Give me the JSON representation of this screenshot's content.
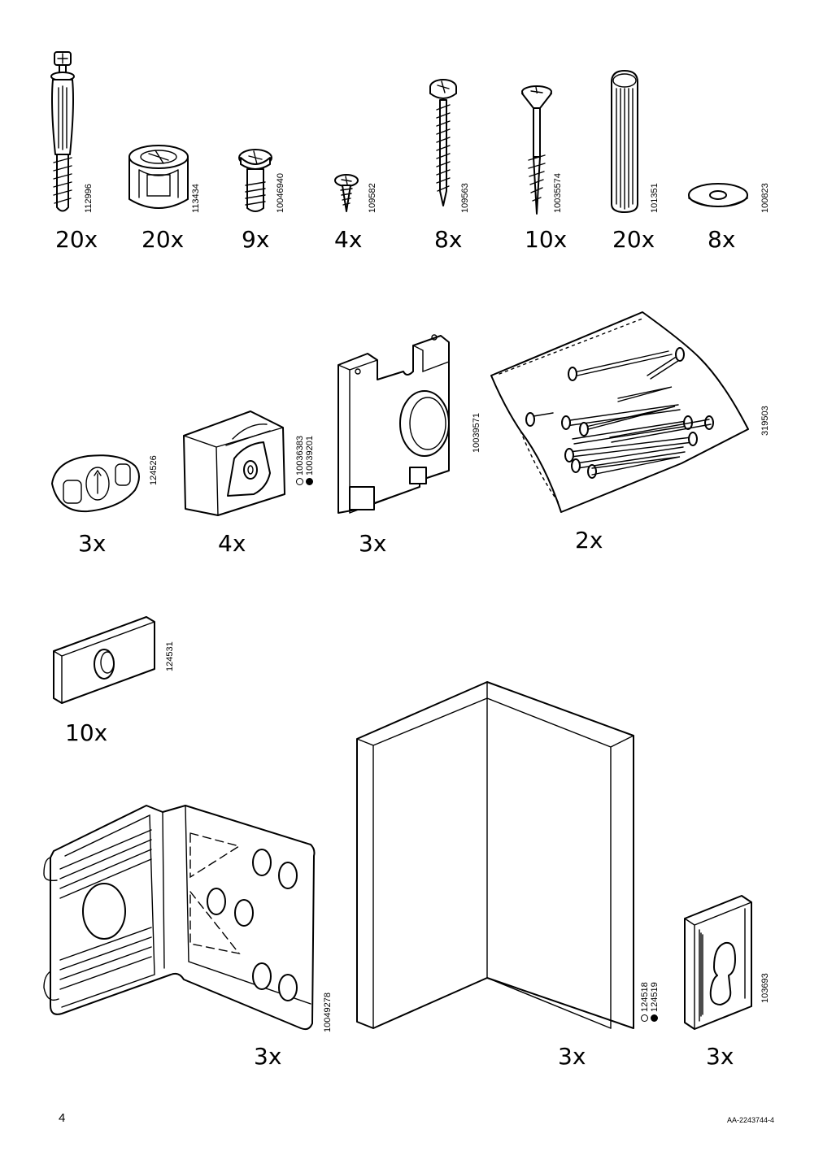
{
  "page": {
    "number": "4",
    "document_code": "AA-2243744-4"
  },
  "parts": [
    {
      "id": "p1",
      "article": "112996",
      "quantity": "20x",
      "icon": "cam-bolt-dowel-icon"
    },
    {
      "id": "p2",
      "article": "113434",
      "quantity": "20x",
      "icon": "cam-lock-nut-icon"
    },
    {
      "id": "p3",
      "article": "10046940",
      "quantity": "9x",
      "icon": "short-threaded-screw-icon"
    },
    {
      "id": "p4",
      "article": "109582",
      "quantity": "4x",
      "icon": "small-screw-icon"
    },
    {
      "id": "p5",
      "article": "109563",
      "quantity": "8x",
      "icon": "pan-head-screw-icon"
    },
    {
      "id": "p6",
      "article": "10035574",
      "quantity": "10x",
      "icon": "countersunk-screw-icon"
    },
    {
      "id": "p7",
      "article": "101351",
      "quantity": "20x",
      "icon": "wooden-dowel-icon"
    },
    {
      "id": "p8",
      "article": "100823",
      "quantity": "8x",
      "icon": "washer-icon"
    },
    {
      "id": "p9",
      "article": "124526",
      "quantity": "3x",
      "icon": "clip-icon"
    },
    {
      "id": "p10",
      "articles": [
        "10036383",
        "10039201"
      ],
      "quantity": "4x",
      "icon": "shelf-support-block-icon"
    },
    {
      "id": "p11",
      "article": "10039571",
      "quantity": "3x",
      "icon": "wall-bracket-plate-icon"
    },
    {
      "id": "p12",
      "article": "319503",
      "quantity": "2x",
      "icon": "nail-bag-icon"
    },
    {
      "id": "p13",
      "article": "124531",
      "quantity": "10x",
      "icon": "spacer-plate-icon"
    },
    {
      "id": "p14",
      "article": "10049278",
      "quantity": "3x",
      "icon": "metal-corner-bracket-icon"
    },
    {
      "id": "p15",
      "articles": [
        "124518",
        "124519"
      ],
      "quantity": "3x",
      "icon": "corner-panel-icon"
    },
    {
      "id": "p16",
      "article": "103693",
      "quantity": "3x",
      "icon": "keyhole-hanger-icon"
    }
  ]
}
